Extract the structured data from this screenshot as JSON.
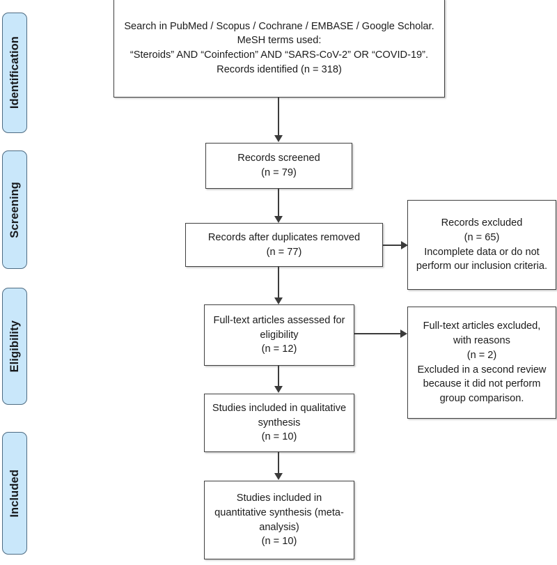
{
  "diagram": {
    "type": "prisma-flow-diagram",
    "colors": {
      "pill_fill": "#c9e7fa",
      "pill_border": "#4d6b82",
      "box_border": "#3f3f3f",
      "connector": "#3b3b3b",
      "text": "#1b1b1b",
      "background": "#ffffff"
    },
    "stages": [
      {
        "id": "identification",
        "label": "Identification"
      },
      {
        "id": "screening",
        "label": "Screening"
      },
      {
        "id": "eligibility",
        "label": "Eligibility"
      },
      {
        "id": "included",
        "label": "Included"
      }
    ],
    "boxes": {
      "search": {
        "id": "records-identified",
        "text": "Search in PubMed / Scopus / Cochrane / EMBASE / Google Scholar. MeSH terms used:\n“Steroids” AND “Coinfection” AND “SARS-CoV-2” OR “COVID-19”.\nRecords identified (n = 318)",
        "count": 318
      },
      "screened": {
        "id": "records-screened",
        "text": "Records screened\n(n = 79)",
        "count": 79
      },
      "duplicates_removed": {
        "id": "records-after-duplicates-removed",
        "text": "Records after duplicates removed\n(n = 77)",
        "count": 77
      },
      "records_excluded": {
        "id": "records-excluded",
        "text": "Records excluded\n(n = 65)\nIncomplete data or do not perform our inclusion criteria.",
        "count": 65
      },
      "fulltext_assessed": {
        "id": "full-text-articles-assessed",
        "text": "Full-text articles assessed for eligibility\n(n = 12)",
        "count": 12
      },
      "fulltext_excluded": {
        "id": "full-text-articles-excluded",
        "text": "Full-text articles excluded, with reasons\n(n = 2)\nExcluded in a second review because it did not perform group comparison.",
        "count": 2
      },
      "qualitative": {
        "id": "studies-included-qualitative",
        "text": "Studies included in qualitative synthesis\n(n = 10)",
        "count": 10
      },
      "quantitative": {
        "id": "studies-included-quantitative",
        "text": "Studies included in quantitative synthesis (meta-analysis)\n(n = 10)",
        "count": 10
      }
    }
  }
}
